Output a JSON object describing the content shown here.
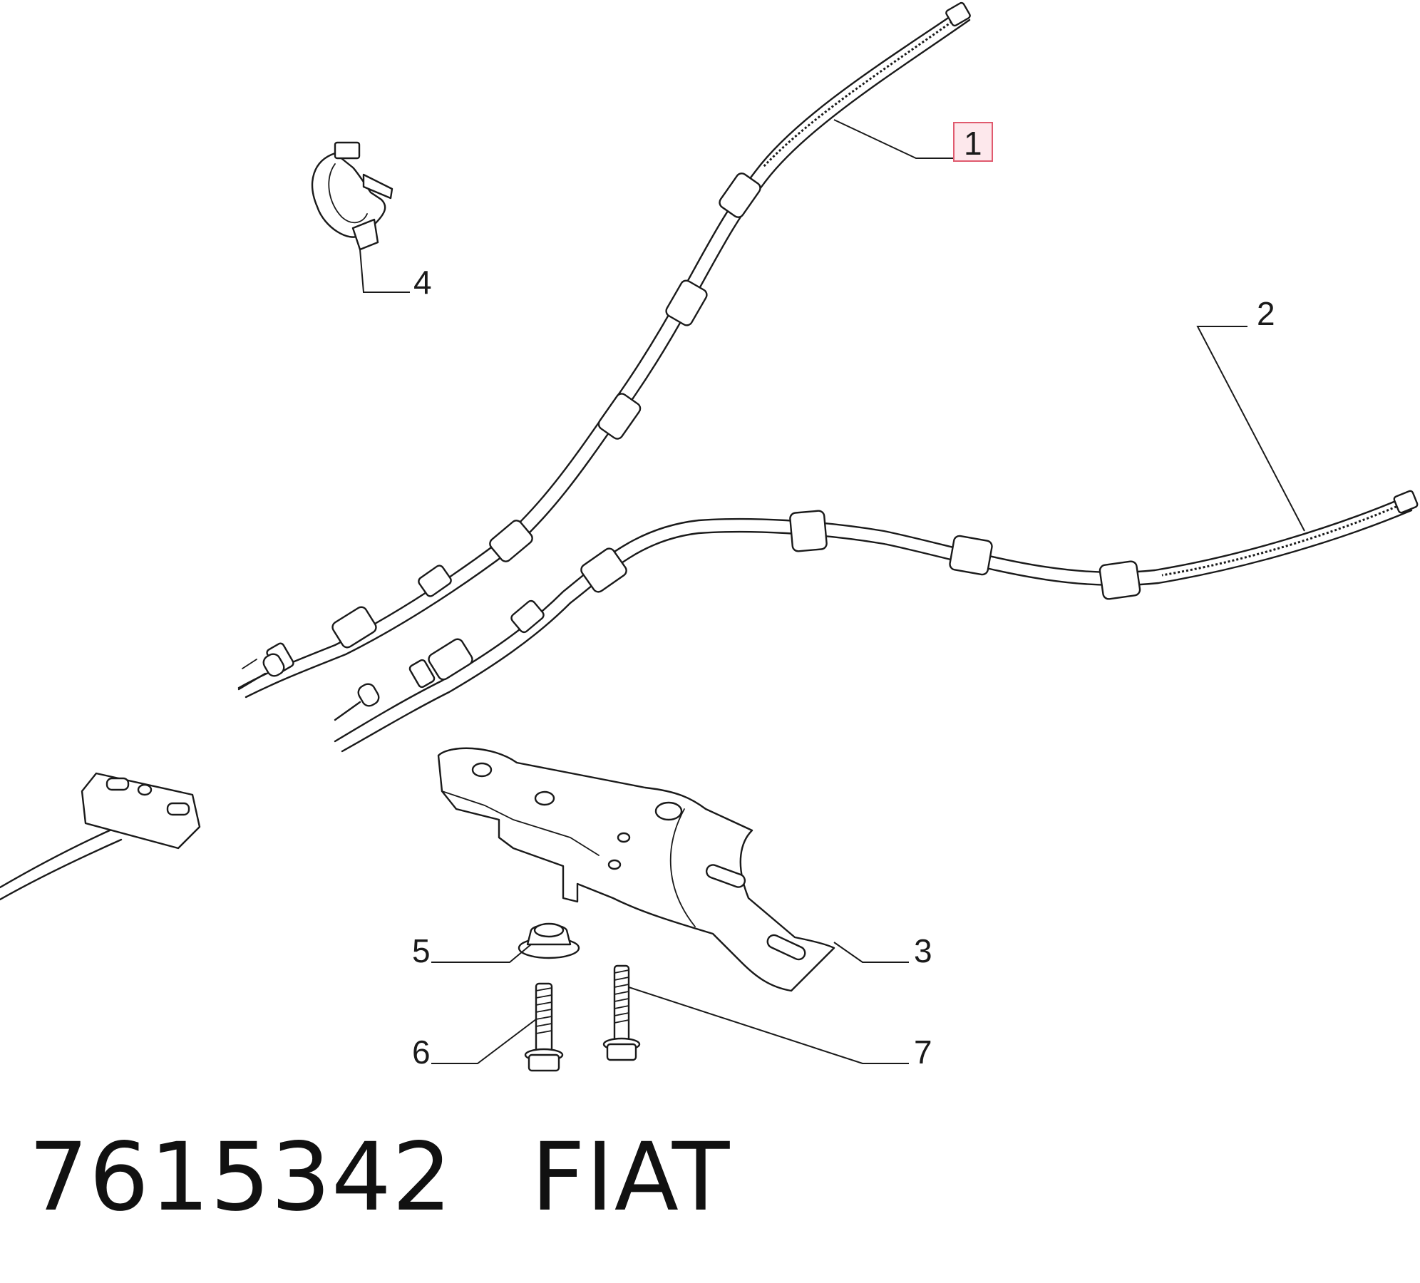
{
  "parts": [
    {
      "ref": "1",
      "highlighted": true
    },
    {
      "ref": "2",
      "highlighted": false
    },
    {
      "ref": "3",
      "highlighted": false
    },
    {
      "ref": "4",
      "highlighted": false
    },
    {
      "ref": "5",
      "highlighted": false
    },
    {
      "ref": "6",
      "highlighted": false
    },
    {
      "ref": "7",
      "highlighted": false
    }
  ],
  "footer": {
    "part_number": "7615342",
    "brand": "FIAT"
  },
  "colors": {
    "line": "#1a1a1a",
    "highlight_fill": "#fde8ec",
    "highlight_stroke": "#e05a6e"
  }
}
